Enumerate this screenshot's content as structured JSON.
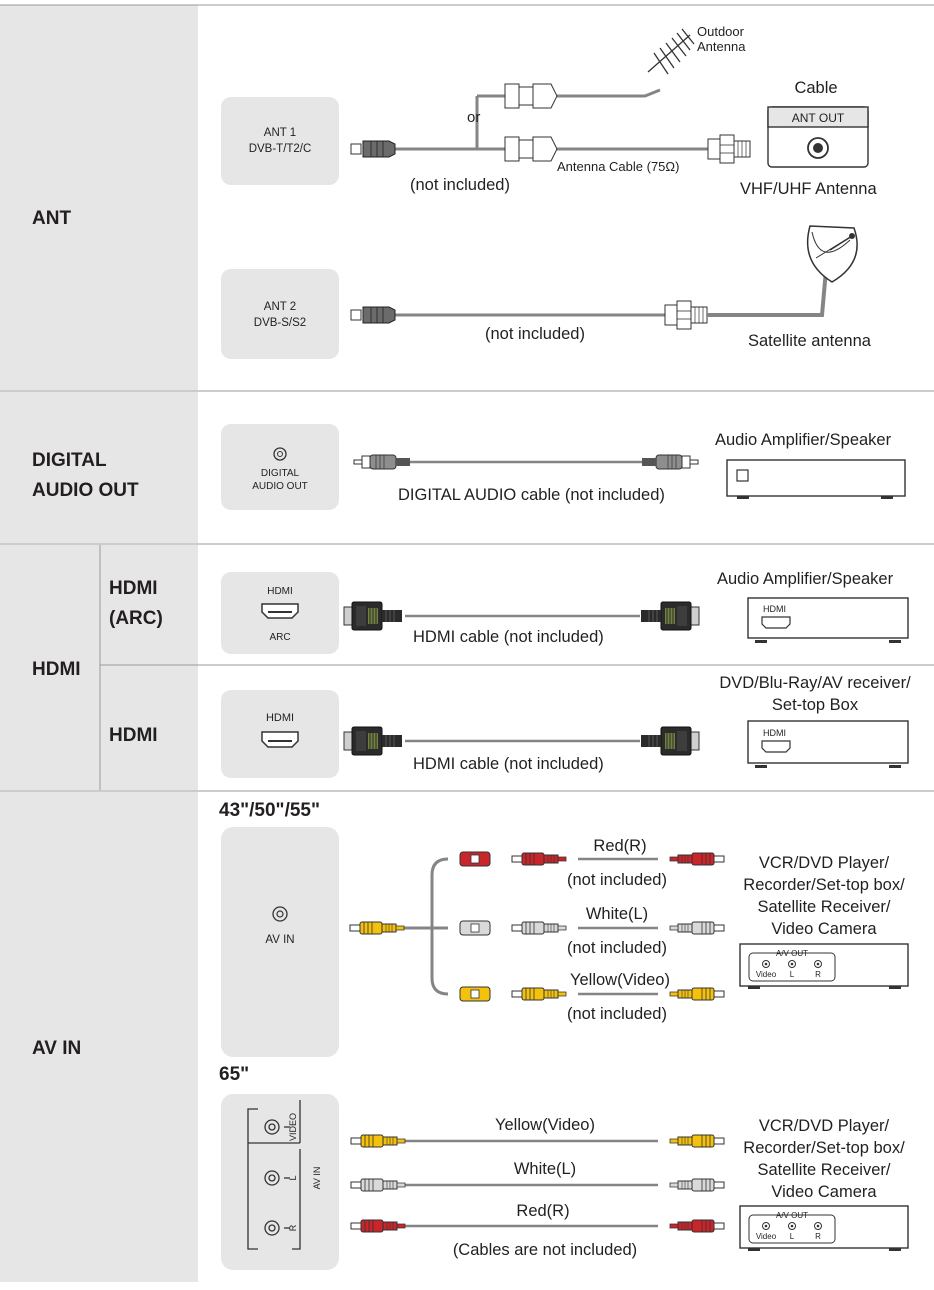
{
  "sections": {
    "ant": "ANT",
    "digital_1": "DIGITAL",
    "digital_2": "AUDIO OUT",
    "hdmi": "HDMI",
    "hdmi_arc_1": "HDMI",
    "hdmi_arc_2": "(ARC)",
    "hdmi_sub": "HDMI",
    "av_in": "AV IN"
  },
  "ant": {
    "port1_1": "ANT 1",
    "port1_2": "DVB-T/T2/C",
    "or": "or",
    "outdoor_1": "Outdoor",
    "outdoor_2": "Antenna",
    "cable": "Cable",
    "ant_out": "ANT OUT",
    "antenna_cable": "Antenna Cable (75Ω)",
    "not_included_1": "(not included)",
    "vhf": "VHF/UHF Antenna",
    "port2_1": "ANT 2",
    "port2_2": "DVB-S/S2",
    "not_included_2": "(not included)",
    "satellite": "Satellite antenna"
  },
  "digital": {
    "port_1": "DIGITAL",
    "port_2": "AUDIO OUT",
    "device": "Audio Amplifier/Speaker",
    "cable": "DIGITAL AUDIO cable (not included)"
  },
  "hdmi_arc": {
    "port_top": "HDMI",
    "port_bottom": "ARC",
    "device": "Audio Amplifier/Speaker",
    "device_port": "HDMI",
    "cable": "HDMI cable (not included)"
  },
  "hdmi": {
    "port_top": "HDMI",
    "device_1": "DVD/Blu-Ray/AV receiver/",
    "device_2": "Set-top Box",
    "device_port": "HDMI",
    "cable": "HDMI cable (not included)"
  },
  "av_small": {
    "sizes": "43\"/50\"/55\"",
    "port": "AV IN",
    "red": "Red(R)",
    "white": "White(L)",
    "yellow": "Yellow(Video)",
    "not_included_red": "(not included)",
    "not_included_white": "(not included)",
    "not_included_yellow": "(not included)",
    "device_1": "VCR/DVD Player/",
    "device_2": "Recorder/Set-top box/",
    "device_3": "Satellite Receiver/",
    "device_4": "Video Camera",
    "av_out": "A/V OUT",
    "jack_video": "Video",
    "jack_l": "L",
    "jack_r": "R"
  },
  "av_large": {
    "sizes": "65\"",
    "panel_video": "VIDEO",
    "panel_l": "L",
    "panel_r": "R",
    "panel_avin": "AV IN",
    "yellow": "Yellow(Video)",
    "white": "White(L)",
    "red": "Red(R)",
    "note": "(Cables are not included)",
    "device_1": "VCR/DVD Player/",
    "device_2": "Recorder/Set-top box/",
    "device_3": "Satellite Receiver/",
    "device_4": "Video Camera",
    "av_out": "A/V OUT",
    "jack_video": "Video",
    "jack_l": "L",
    "jack_r": "R"
  },
  "colors": {
    "panel": "#e6e6e6",
    "cable": "#858585",
    "red": "#c8262b",
    "white": "#d9d9d9",
    "yellow": "#f4c20d",
    "black": "#2b2b2b",
    "hdmi_green": "#8aa04a"
  }
}
